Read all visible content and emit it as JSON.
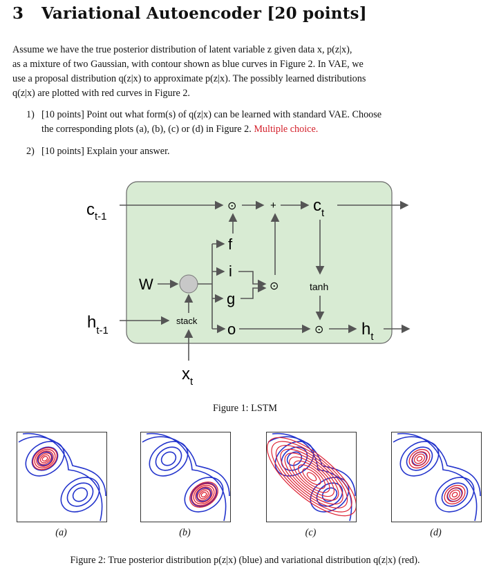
{
  "section": {
    "number": "3",
    "title": "Variational Autoencoder [20 points]"
  },
  "intro": {
    "line1": "Assume we have the true posterior distribution of latent variable z given data x, p(z|x),",
    "line2": "as a mixture of two Gaussian, with contour shown as blue curves in Figure 2. In VAE, we",
    "line3": "use a proposal distribution q(z|x) to approximate p(z|x). The possibly learned distributions",
    "line4": "q(z|x) are plotted with red curves in Figure 2."
  },
  "questions": [
    {
      "num": "1)",
      "text_a": "[10 points] Point out what form(s) of q(z|x) can be learned with standard VAE. Choose",
      "text_b": "the corresponding plots (a), (b), (c) or (d) in Figure 2.",
      "highlight": "Multiple choice."
    },
    {
      "num": "2)",
      "text_a": "[10 points] Explain your answer."
    }
  ],
  "lstm": {
    "labels": {
      "c_prev": "c",
      "c_prev_sub": "t-1",
      "h_prev": "h",
      "h_prev_sub": "t-1",
      "x": "x",
      "x_sub": "t",
      "W": "W",
      "stack": "stack",
      "f": "f",
      "i": "i",
      "g": "g",
      "o": "o",
      "plus": "+",
      "tanh": "tanh",
      "odot": "⊙",
      "c_out": "c",
      "c_out_sub": "t",
      "h_out": "h",
      "h_out_sub": "t"
    },
    "colors": {
      "box_fill": "#d8ebd3",
      "box_stroke": "#666666",
      "arrow": "#555555",
      "node": "#c8c8c8"
    }
  },
  "figure1_caption": "Figure 1: LSTM",
  "figure2": {
    "panels": [
      "(a)",
      "(b)",
      "(c)",
      "(d)"
    ],
    "caption": "Figure 2: True posterior distribution p(z|x) (blue) and variational distribution q(z|x) (red).",
    "colors": {
      "true": "#2233cc",
      "learned": "#dd2233"
    }
  }
}
